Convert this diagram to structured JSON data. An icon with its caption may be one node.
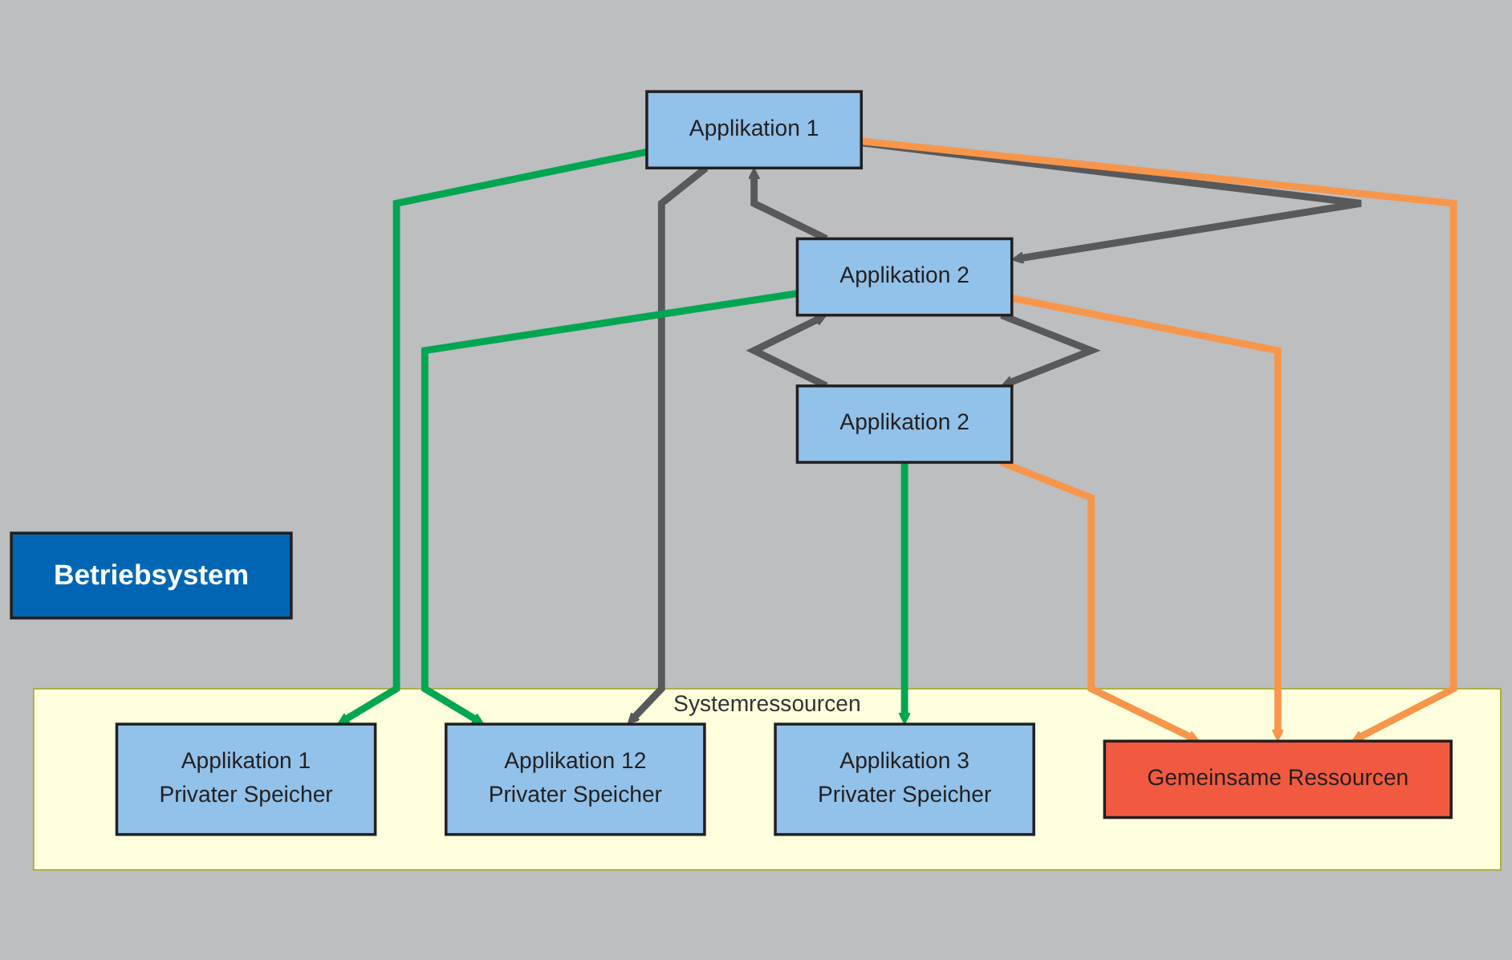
{
  "diagram": {
    "nodes": [
      {
        "text": [
          "Applikation 1"
        ]
      },
      {
        "text": [
          "Applikation 2"
        ]
      },
      {
        "text": [
          "Applikation 2"
        ]
      },
      {
        "text": [
          "Betriebsystem"
        ]
      },
      {
        "text": [
          "Systemressourcen"
        ]
      },
      {
        "text": [
          "Applikation 1",
          "Privater Speicher"
        ],
        "in": 4
      },
      {
        "text": [
          "Applikation 12",
          "Privater Speicher"
        ],
        "in": 4
      },
      {
        "text": [
          "Applikation 3",
          "Privater Speicher"
        ],
        "in": 4
      },
      {
        "text": [
          "Gemeinsame Ressourcen"
        ],
        "in": 4
      }
    ],
    "edges": [
      {
        "from": 1,
        "to": 0,
        "arrow": "to"
      },
      {
        "from": 0,
        "to": 1,
        "arrow": "to"
      },
      {
        "from": 2,
        "to": 1,
        "arrow": "to"
      },
      {
        "from": 1,
        "to": 2,
        "arrow": "to"
      },
      {
        "from": 0,
        "to": 5,
        "arrow": "to",
        "color": "#00a651"
      },
      {
        "from": 0,
        "to": 8,
        "arrow": "to",
        "color": "#f7964a"
      },
      {
        "from": 0,
        "to": 6,
        "arrow": "to"
      },
      {
        "from": 1,
        "to": 6,
        "arrow": "to",
        "color": "#00a651"
      },
      {
        "from": 1,
        "to": 8,
        "arrow": "to",
        "color": "#f7964a"
      },
      {
        "from": 2,
        "to": 7,
        "arrow": "to",
        "color": "#00a651"
      },
      {
        "from": 2,
        "to": 8,
        "arrow": "to",
        "color": "#f7964a"
      }
    ]
  }
}
